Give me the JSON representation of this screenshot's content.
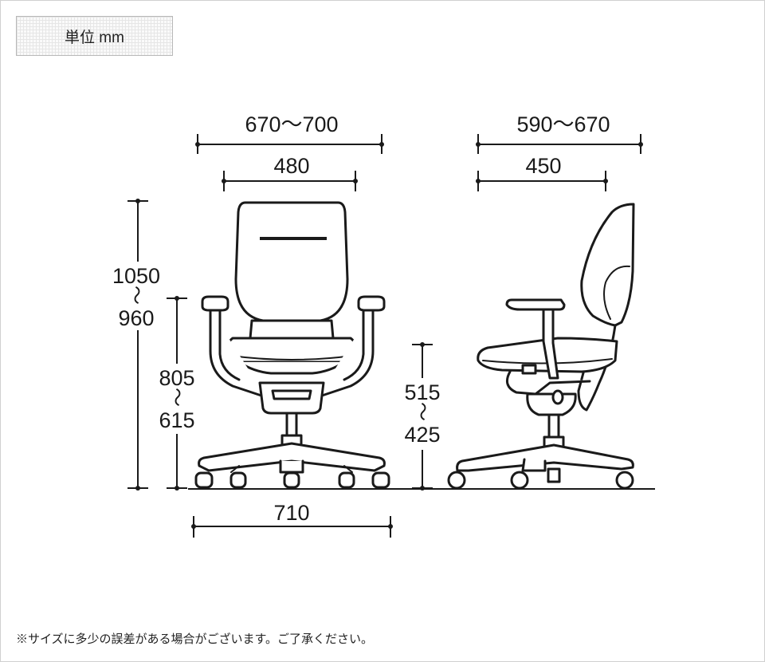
{
  "unit_label": "単位 mm",
  "dimensions": {
    "front_total_width": "670〜700",
    "front_seat_width": "480",
    "front_base_width": "710",
    "total_height_max": "1050",
    "total_height_sep": "〜",
    "total_height_min": "960",
    "armrest_height_max": "805",
    "armrest_height_sep": "〜",
    "armrest_height_min": "615",
    "side_total_depth": "590〜670",
    "side_seat_depth": "450",
    "seat_height_max": "515",
    "seat_height_sep": "〜",
    "seat_height_min": "425"
  },
  "footnote": "※サイズに多少の誤差がある場合がございます。ご了承ください。"
}
